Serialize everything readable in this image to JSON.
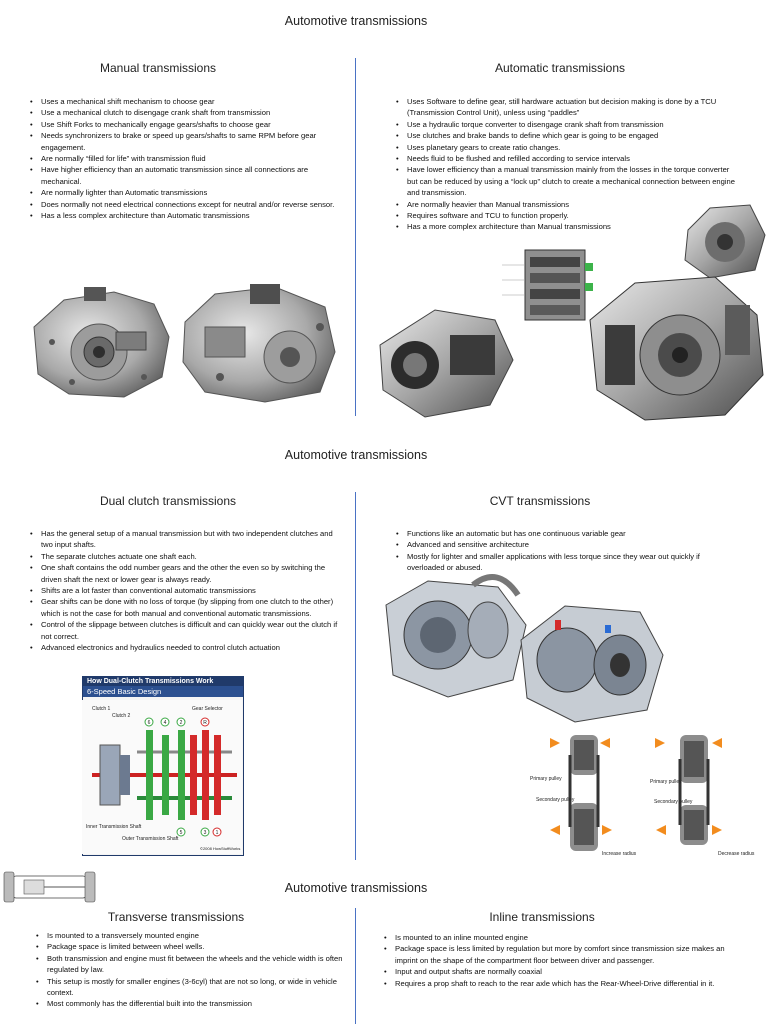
{
  "page_title_1": "Automotive transmissions",
  "page_title_2": "Automotive transmissions",
  "page_title_3": "Automotive transmissions",
  "manual": {
    "heading": "Manual transmissions",
    "items": [
      "Uses a mechanical shift mechanism to choose gear",
      "Use a mechanical clutch to disengage crank shaft from transmission",
      "Use Shift Forks to mechanically engage gears/shafts to choose gear",
      "Needs synchronizers to brake or speed up gears/shafts to same RPM before gear engagement.",
      "Are normally “filled for life” with transmission fluid",
      "Have higher efficiency than an automatic transmission since all connections are mechanical.",
      "Are normally lighter than Automatic transmissions",
      "Does normally not need electrical connections except for neutral and/or reverse sensor.",
      "Has a less complex architecture than Automatic transmissions"
    ]
  },
  "automatic": {
    "heading": "Automatic transmissions",
    "items": [
      "Uses Software to define gear, still hardware actuation but decision making is done by a TCU (Transmission Control Unit), unless using “paddles”",
      "Use a hydraulic torque converter to disengage crank shaft from transmission",
      "Use clutches and brake bands to define which gear is going to be engaged",
      "Uses planetary gears to create ratio changes.",
      "Needs fluid to be flushed and refilled according to service intervals",
      "Have lower efficiency than a manual transmission mainly from the losses in the torque converter but can be reduced by using a “lock up” clutch to create a mechanical connection between engine and transmission.",
      "Are normally heavier than Manual transmissions",
      "Requires software and TCU to function properly.",
      "Has a more complex architecture than Manual transmissions"
    ]
  },
  "dual_clutch": {
    "heading": "Dual clutch transmissions",
    "items": [
      "Has the general setup of a manual transmission but with two independent clutches and two input shafts.",
      "The separate clutches actuate one shaft each.",
      "One shaft contains the odd number gears and the other the even so by switching the driven shaft the next or lower gear is always ready.",
      "Shifts are a lot faster than conventional automatic transmissions",
      "Gear shifts can be done with no loss of torque (by slipping from one clutch to the other) which is not the case for both manual and conventional automatic transmissions.",
      "Control of the slippage between clutches is difficult and can quickly wear out the clutch if not correct.",
      "Advanced electronics and hydraulics needed to control clutch actuation"
    ],
    "diagram_header": "How Dual-Clutch Transmissions Work",
    "diagram_subheader": "6-Speed Basic Design",
    "diagram_labels": {
      "clutch1": "Clutch 1",
      "clutch2": "Clutch 2",
      "gear_selector": "Gear Selector",
      "inner_shaft": "Inner Transmission Shaft",
      "outer_shaft": "Outer Transmission Shaft",
      "copyright": "©2008 HowStuffWorks"
    },
    "gear_numbers": [
      "6",
      "4",
      "2",
      "R",
      "5",
      "3",
      "1"
    ]
  },
  "cvt": {
    "heading": "CVT transmissions",
    "items": [
      "Functions like an automatic but has one continuous variable gear",
      "Advanced and sensitive architecture",
      "Mostly for lighter and smaller applications with less torque since they wear out quickly if overloaded or abused."
    ],
    "pulley_labels": {
      "primary": "Primary pulley",
      "secondary": "Secondary pulley",
      "increase": "Increase radius",
      "decrease": "Decrease radius"
    }
  },
  "transverse": {
    "heading": "Transverse transmissions",
    "items": [
      "Is mounted to a transversely mounted engine",
      "Package space is limited between wheel wells.",
      "Both transmission and engine must fit between the wheels and the vehicle width is often regulated by law.",
      "This setup is mostly for smaller engines (3-6cyl) that are not so long, or wide in vehicle context.",
      "Most commonly has the differential built into the transmission"
    ]
  },
  "inline": {
    "heading": "Inline transmissions",
    "items": [
      "Is mounted to an inline mounted engine",
      "Package space is less limited by regulation but more by comfort since transmission size makes an imprint on the shape of the compartment floor between driver and passenger.",
      "Input and output shafts are normally coaxial",
      "Requires a prop shaft to reach to the rear axle which has the Rear-Wheel-Drive differential in it."
    ]
  },
  "colors": {
    "divider": "#4a72c4",
    "diagram_header": "#203a6a",
    "gear_red": "#d42a2a",
    "gear_green": "#3aa844",
    "arrow_orange": "#f28c1e"
  }
}
